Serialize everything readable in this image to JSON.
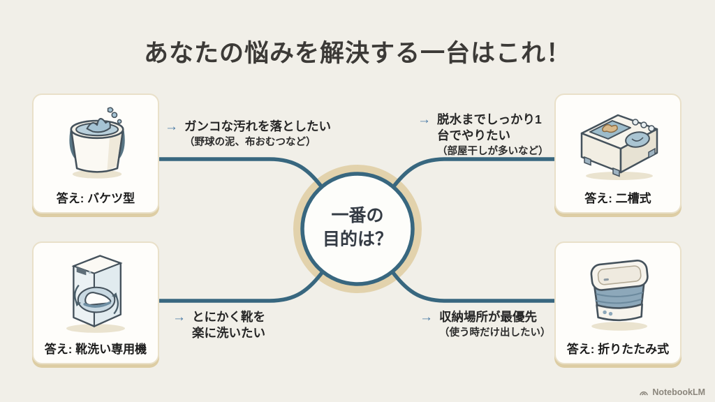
{
  "title": "あなたの悩みを解決する一台はこれ！",
  "center": {
    "line1": "一番の",
    "line2": "目的は？"
  },
  "arrow_glyph": "→",
  "branches": [
    {
      "id": "top-left",
      "icon": "bucket-illustration",
      "main": [
        "ガンコな汚れを落としたい"
      ],
      "note": "（野球の泥、布おむつなど）",
      "answer": "答え: バケツ型"
    },
    {
      "id": "top-right",
      "icon": "twin-tub-washer-illustration",
      "main": [
        "脱水までしっかり1",
        "台でやりたい"
      ],
      "note": "（部屋干しが多いなど）",
      "answer": "答え: 二槽式"
    },
    {
      "id": "bottom-left",
      "icon": "shoe-washer-illustration",
      "main": [
        "とにかく靴を",
        "楽に洗いたい"
      ],
      "answer": "答え: 靴洗い専用機"
    },
    {
      "id": "bottom-right",
      "icon": "foldable-washer-illustration",
      "main": [
        "収納場所が最優先"
      ],
      "note": "（使う時だけ出したい）",
      "answer": "答え: 折りたたみ式"
    }
  ],
  "watermark": {
    "label": "NotebookLM"
  },
  "colors": {
    "background": "#f1efe8",
    "connector_line": "#38677f",
    "center_ring": "#e2d2ac",
    "card_shadow": "#ddcda4",
    "arrow": "#4a7ba6",
    "title_text": "#3c3a37",
    "body_text": "#262626"
  }
}
